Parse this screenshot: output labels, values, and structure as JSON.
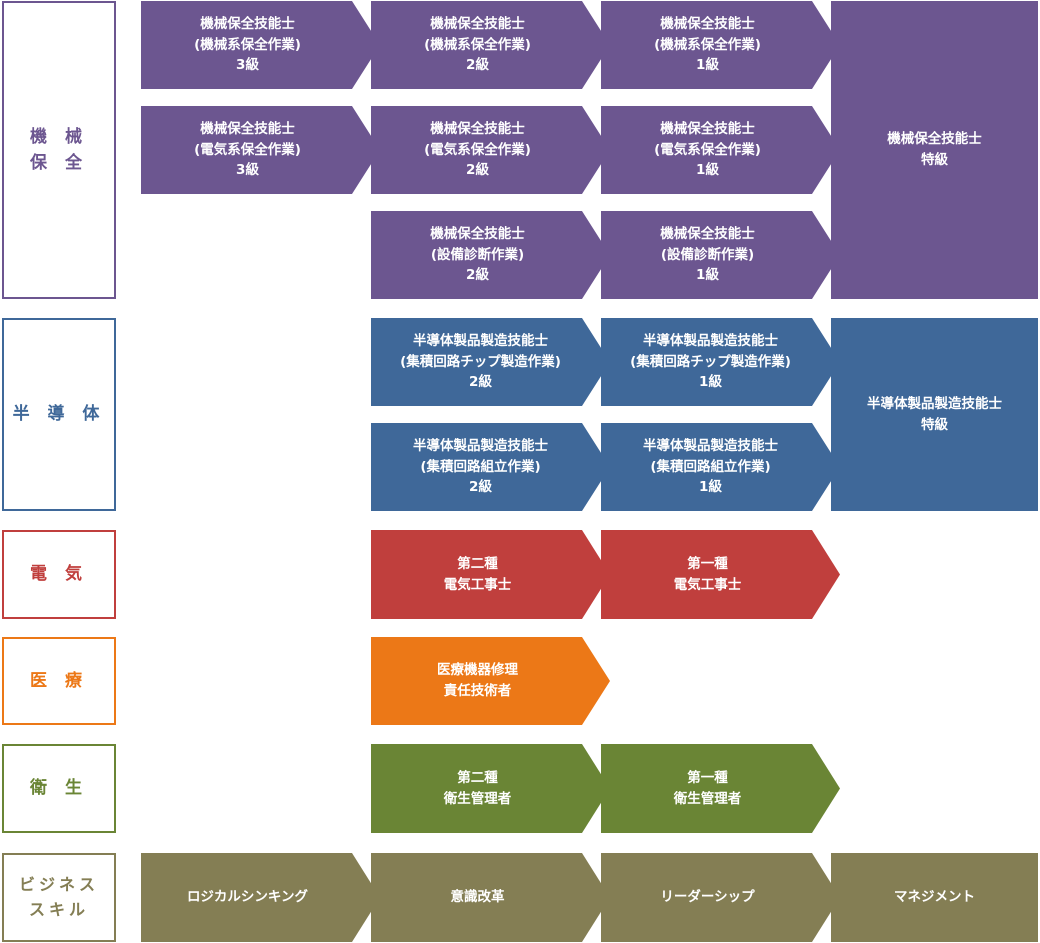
{
  "colors": {
    "kikai": "#6c5690",
    "handoutai": "#3f6899",
    "denki": "#c03f3d",
    "iryo": "#ec7817",
    "eisei": "#6a8535",
    "business": "#847e54"
  },
  "categories": {
    "kikai": "機 械\n保 全",
    "handoutai": "半 導 体",
    "denki": "電 気",
    "iryo": "医 療",
    "eisei": "衛 生",
    "business": "ビジネス\nスキル"
  },
  "boxes": {
    "k_mech_3": "機械保全技能士\n(機械系保全作業)\n3級",
    "k_mech_2": "機械保全技能士\n(機械系保全作業)\n2級",
    "k_mech_1": "機械保全技能士\n(機械系保全作業)\n1級",
    "k_elec_3": "機械保全技能士\n(電気系保全作業)\n3級",
    "k_elec_2": "機械保全技能士\n(電気系保全作業)\n2級",
    "k_elec_1": "機械保全技能士\n(電気系保全作業)\n1級",
    "k_diag_2": "機械保全技能士\n(設備診断作業)\n2級",
    "k_diag_1": "機械保全技能士\n(設備診断作業)\n1級",
    "k_special": "機械保全技能士\n特級",
    "s_chip_2": "半導体製品製造技能士\n(集積回路チップ製造作業)\n2級",
    "s_chip_1": "半導体製品製造技能士\n(集積回路チップ製造作業)\n1級",
    "s_asm_2": "半導体製品製造技能士\n(集積回路組立作業)\n2級",
    "s_asm_1": "半導体製品製造技能士\n(集積回路組立作業)\n1級",
    "s_special": "半導体製品製造技能士\n特級",
    "d_2": "第二種\n電気工事士",
    "d_1": "第一種\n電気工事士",
    "i_1": "医療機器修理\n責任技術者",
    "e_2": "第二種\n衛生管理者",
    "e_1": "第一種\n衛生管理者",
    "b_1": "ロジカルシンキング",
    "b_2": "意識改革",
    "b_3": "リーダーシップ",
    "b_4": "マネジメント"
  }
}
